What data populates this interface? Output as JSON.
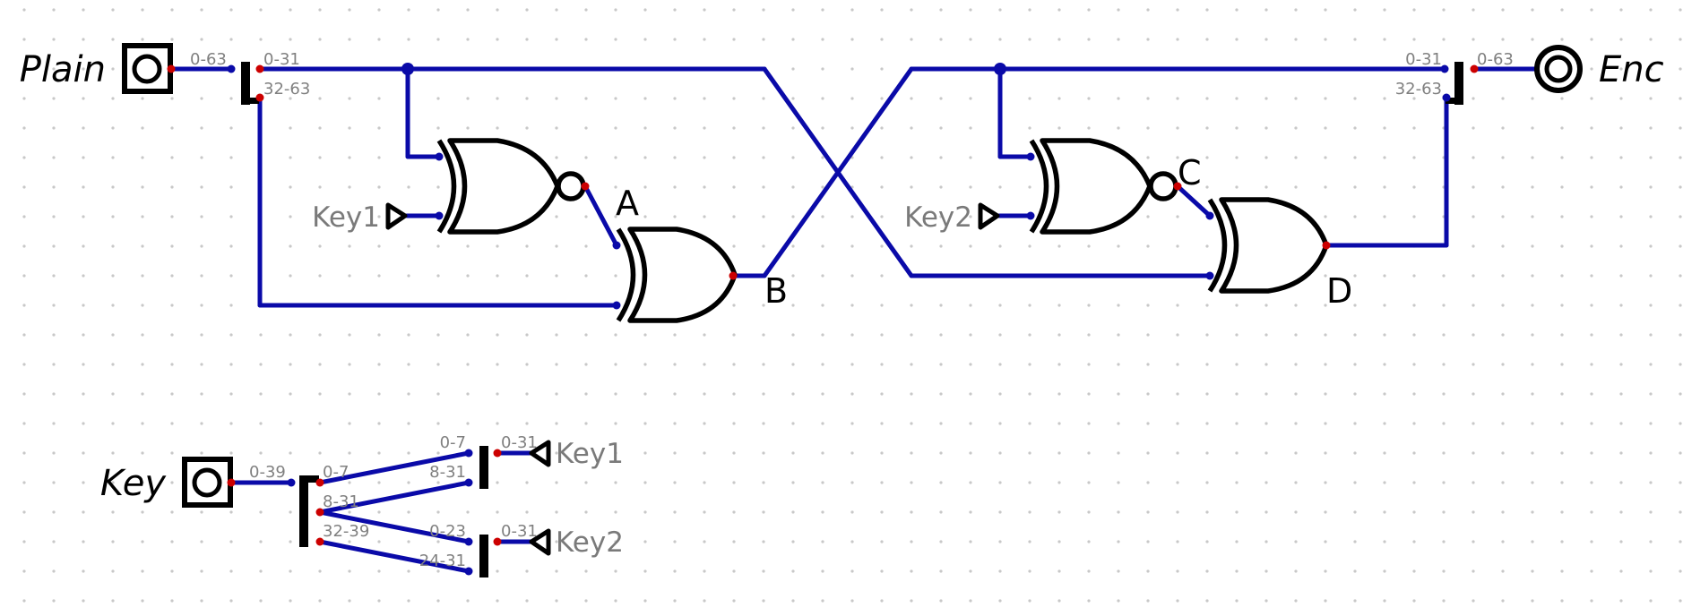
{
  "io": {
    "plain_label": "Plain",
    "enc_label": "Enc",
    "key_label": "Key"
  },
  "gates": {
    "a_label": "A",
    "b_label": "B",
    "c_label": "C",
    "d_label": "D"
  },
  "tunnels": {
    "key1_label": "Key1",
    "key2_label": "Key2"
  },
  "splitters": {
    "plain_in_range": "0-63",
    "plain_low": "0-31",
    "plain_high": "32-63",
    "enc_low": "0-31",
    "enc_high": "32-63",
    "enc_out_range": "0-63",
    "key_in_range": "0-39",
    "key_b0_7": "0-7",
    "key_b8_31": "8-31",
    "key_b32_39": "32-39",
    "k1_in_a": "0-7",
    "k1_in_b": "8-31",
    "k1_out": "0-31",
    "k2_in_a": "0-23",
    "k2_in_b": "24-31",
    "k2_out": "0-31"
  },
  "colors": {
    "wire": "#0a0aa8",
    "input_pin": "#0a0aa8",
    "output_pin": "#cc0000",
    "component": "#000000",
    "tunnel_text": "#7a7a7a"
  }
}
